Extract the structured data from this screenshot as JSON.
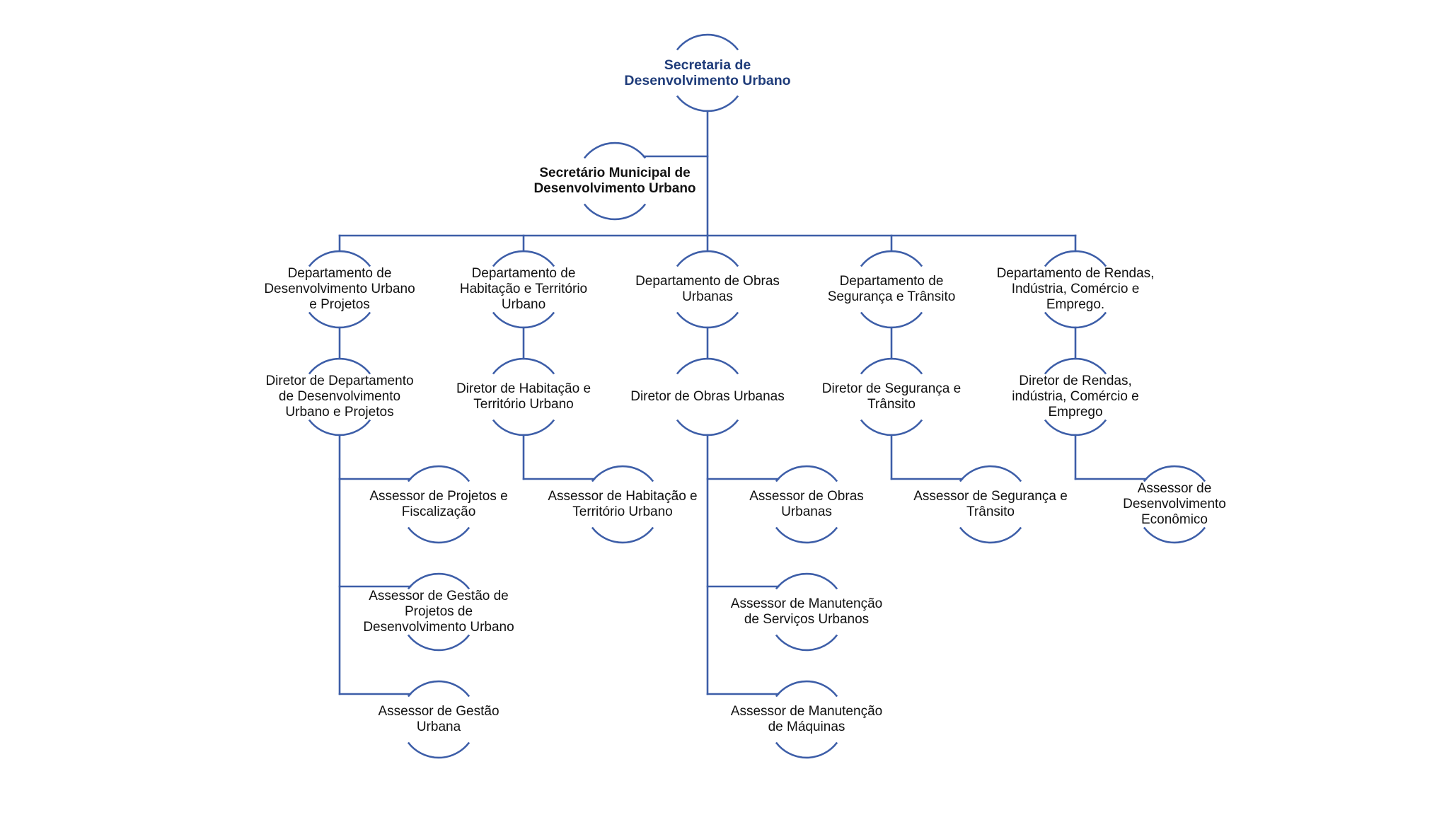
{
  "colors": {
    "line": "#3d5ea8",
    "title": "#1f3c7a",
    "text": "#111111"
  },
  "nodes": {
    "root": "Secretaria de\nDesenvolvimento Urbano",
    "secretario": "Secretário Municipal de\nDesenvolvimento Urbano",
    "dept1": "Departamento de\nDesenvolvimento Urbano\ne Projetos",
    "dept2": "Departamento de\nHabitação e Território\nUrbano",
    "dept3": "Departamento de Obras\nUrbanas",
    "dept4": "Departamento de\nSegurança e Trânsito",
    "dept5": "Departamento de Rendas,\nIndústria, Comércio e\nEmprego.",
    "dir1": "Diretor de Departamento\nde Desenvolvimento\nUrbano e Projetos",
    "dir2": "Diretor de Habitação e\nTerritório Urbano",
    "dir3": "Diretor de Obras Urbanas",
    "dir4": "Diretor de Segurança e\nTrânsito",
    "dir5": "Diretor de Rendas,\nindústria, Comércio e\nEmprego",
    "a1_1": "Assessor de Projetos e\nFiscalização",
    "a1_2": "Assessor de Gestão de\nProjetos de\nDesenvolvimento Urbano",
    "a1_3": "Assessor de Gestão\nUrbana",
    "a2_1": "Assessor de Habitação e\nTerritório Urbano",
    "a3_1": "Assessor de Obras\nUrbanas",
    "a3_2": "Assessor de Manutenção\nde Serviços Urbanos",
    "a3_3": "Assessor de Manutenção\nde Máquinas",
    "a4_1": "Assessor de Segurança e\nTrânsito",
    "a5_1": "Assessor de\nDesenvolvimento\nEconômico"
  }
}
